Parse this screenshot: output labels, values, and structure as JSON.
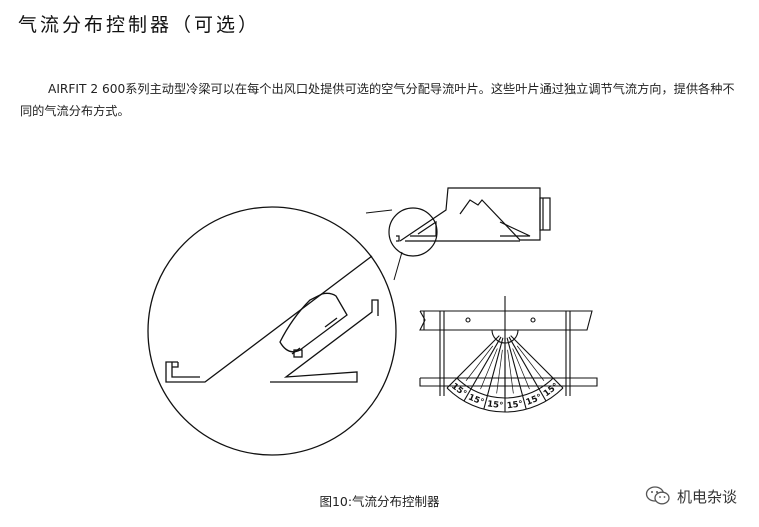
{
  "title": "气流分布控制器（可选）",
  "paragraph": "AIRFIT 2 600系列主动型冷梁可以在每个出风口处提供可选的空气分配导流叶片。这些叶片通过独立调节气流方向，提供各种不同的气流分布方式。",
  "figure": {
    "angle_labels": [
      "15°",
      "15°",
      "15°",
      "15°",
      "15°",
      "15°"
    ]
  },
  "caption": "图10:气流分布控制器",
  "watermark": {
    "text": "机电杂谈",
    "icon": "wechat-icon"
  }
}
